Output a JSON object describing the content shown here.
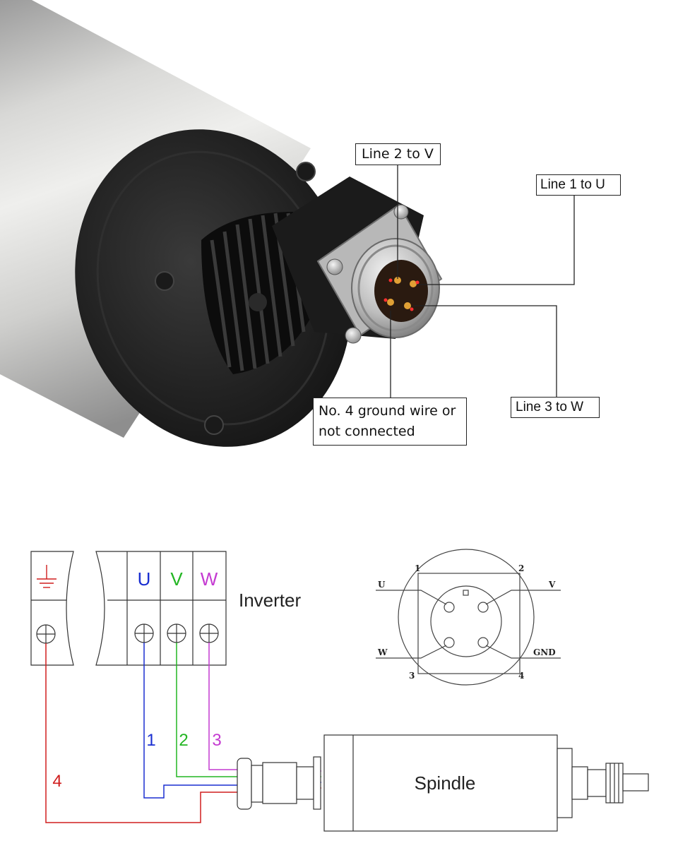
{
  "photo": {
    "callouts": {
      "line2": "Line 2 to V",
      "line1": "Line 1 to U",
      "line3": "Line 3 to W",
      "ground": "No. 4 ground wire or not connected"
    }
  },
  "wiring": {
    "inverter_label": "Inverter",
    "terminals": [
      "U",
      "V",
      "W"
    ],
    "wire_numbers": [
      "1",
      "2",
      "3",
      "4"
    ],
    "spindle_label": "Spindle",
    "colors": {
      "U": "#1a2fd1",
      "V": "#22b522",
      "W": "#c43ad1",
      "ground": "#d01e1e"
    }
  },
  "connector_diagram": {
    "pin_numbers": [
      "1",
      "2",
      "3",
      "4"
    ],
    "signals": [
      "U",
      "V",
      "W",
      "GND"
    ]
  }
}
